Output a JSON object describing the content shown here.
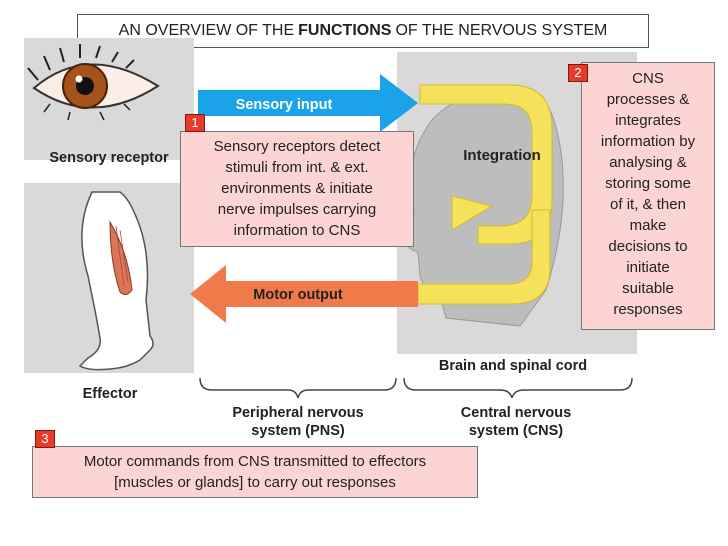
{
  "title": {
    "prefix": "AN OVERVIEW OF THE",
    "emphasis": "FUNCTIONS",
    "suffix": "OF THE NERVOUS SYSTEM"
  },
  "diagram": {
    "sensory_receptor_label": "Sensory receptor",
    "effector_label": "Effector",
    "sensory_input_label": "Sensory input",
    "motor_output_label": "Motor output",
    "integration_label": "Integration",
    "brain_label": "Brain and spinal cord",
    "pns_label_line1": "Peripheral nervous",
    "pns_label_line2": "system (PNS)",
    "cns_label_line1": "Central nervous",
    "cns_label_line2": "system (CNS)"
  },
  "callouts": [
    {
      "number": "1",
      "lines": [
        "Sensory receptors detect",
        "stimuli from int. & ext.",
        "environments & initiate",
        "nerve impulses carrying",
        "information to CNS"
      ]
    },
    {
      "number": "2",
      "lines": [
        "CNS",
        "processes &",
        "integrates",
        "information by",
        "analysing &",
        "storing some",
        "of it, & then",
        "make",
        "decisions to",
        "initiate",
        "suitable",
        "responses"
      ]
    },
    {
      "number": "3",
      "lines": [
        "Motor commands from CNS transmitted to effectors",
        "[muscles or glands] to carry out responses"
      ]
    }
  ],
  "colors": {
    "sensory_arrow": "#1aa3e8",
    "motor_arrow": "#f07a4a",
    "integration_arrow": "#f6e25a",
    "callout_bg": "#fcd4d4",
    "badge": "#e83a2a"
  }
}
